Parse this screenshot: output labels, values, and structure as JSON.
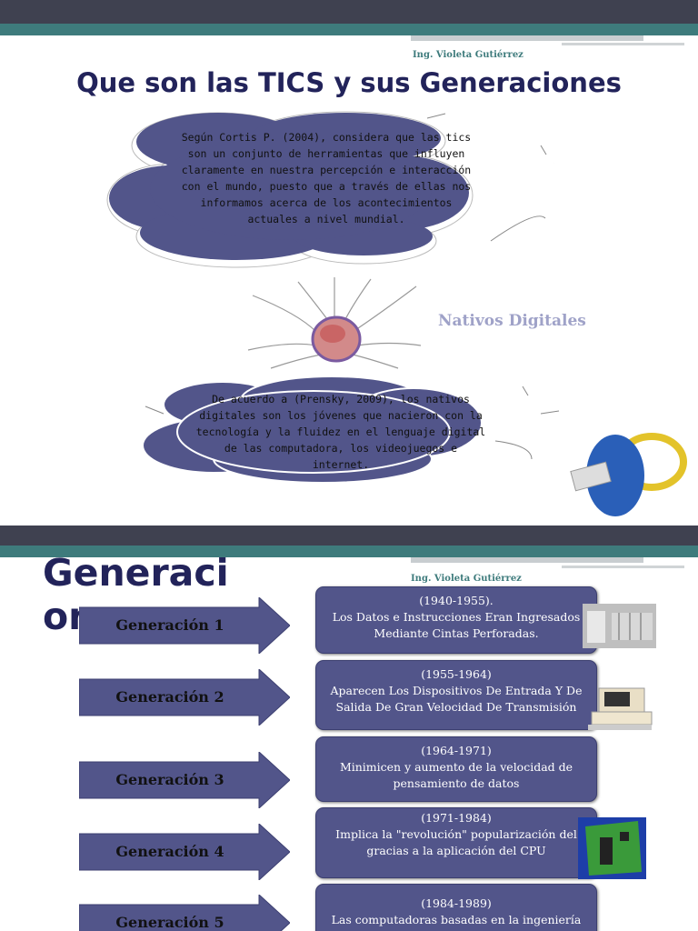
{
  "slide1": {
    "author": "Ing. Violeta Gutiérrez",
    "title": "Que son las TICS y sus Generaciones",
    "cloud1_text": "Según Cortis P. (2004), considera que las tics son un conjunto de herramientas que influyen claramente en nuestra percepción e interacción con el mundo, puesto que a través de ellas nos informamos acerca de los acontecimientos actuales a nivel mundial.",
    "subtitle": "Nativos Digitales",
    "cloud2_text": "De acuerdo a (Prensky, 2009), los nativos digitales son los jóvenes que nacieron con la tecnología y la fluidez en el lenguaje digital de las computadora, los videojuegos e internet.",
    "colors": {
      "header": "#3f4150",
      "accent": "#3e7b7c",
      "cloud": "#52558a",
      "title": "#22235a"
    }
  },
  "slide2": {
    "author": "Ing. Violeta Gutiérrez",
    "title": "Generaciones",
    "generations": [
      {
        "label": "Generación 1",
        "years": "(1940-1955).",
        "text": "Los Datos e Instrucciones Eran Ingresados Mediante Cintas Perforadas."
      },
      {
        "label": "Generación 2",
        "years": "(1955-1964)",
        "text": "Aparecen Los Dispositivos De Entrada Y De Salida De Gran Velocidad De Transmisión"
      },
      {
        "label": "Generación 3",
        "years": "(1964-1971)",
        "text": "Minimicen y aumento de la velocidad de pensamiento de datos"
      },
      {
        "label": "Generación 4",
        "years": "(1971-1984)",
        "text": "Implica la \"revolución\" popularización del gracias a la aplicación del CPU"
      },
      {
        "label": "Generación 5",
        "years": "(1984-1989)",
        "text": "Las computadoras basadas en la ingeniería"
      }
    ]
  }
}
